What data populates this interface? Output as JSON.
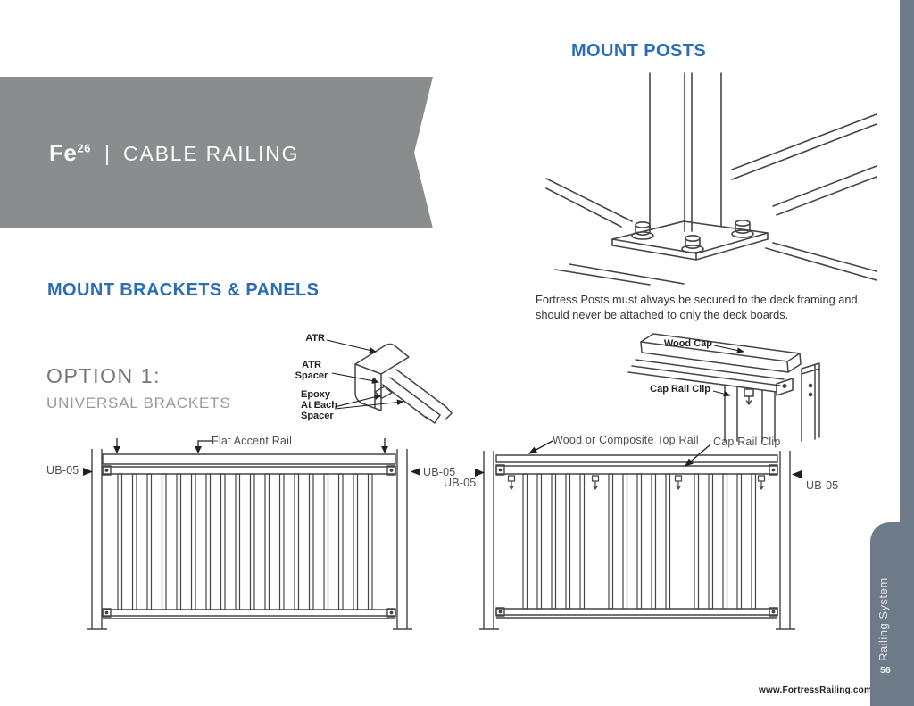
{
  "banner": {
    "brand": "Fe",
    "brand_sup": "26",
    "separator": "|",
    "title": "CABLE RAILING"
  },
  "mount_posts": {
    "heading": "MOUNT POSTS",
    "caption": "Fortress Posts must always be secured to the deck framing and\nshould never be attached to only the deck boards."
  },
  "mount_brackets": {
    "heading": "MOUNT BRACKETS & PANELS",
    "option_title": "OPTION 1:",
    "option_subtitle": "UNIVERSAL BRACKETS"
  },
  "atr_detail": {
    "atr_label": "ATR",
    "atr_spacer_label": "ATR\nSpacer",
    "epoxy_label": "Epoxy\nAt Each\nSpacer"
  },
  "cap_detail": {
    "wood_cap_label": "Wood Cap",
    "cap_rail_clip_label": "Cap Rail Clip"
  },
  "left_panel": {
    "flat_accent_rail_label": "Flat Accent Rail",
    "ub05_left_label": "UB-05",
    "ub05_right_label": "UB-05"
  },
  "right_panel": {
    "top_rail_label": "Wood or Composite Top Rail",
    "cap_rail_clip_label": "Cap Rail Clip",
    "ub05_left_label": "UB-05",
    "ub05_right_label": "UB-05"
  },
  "sidebar": {
    "tab_label": "Railing System",
    "page_number": "56"
  },
  "footer": {
    "website": "www.FortressRailing.com"
  },
  "colors": {
    "heading_blue": "#2a6db6",
    "banner_gray": "#8a8c8e",
    "tab_slate": "#6d7a88",
    "line_art": "#454547"
  }
}
